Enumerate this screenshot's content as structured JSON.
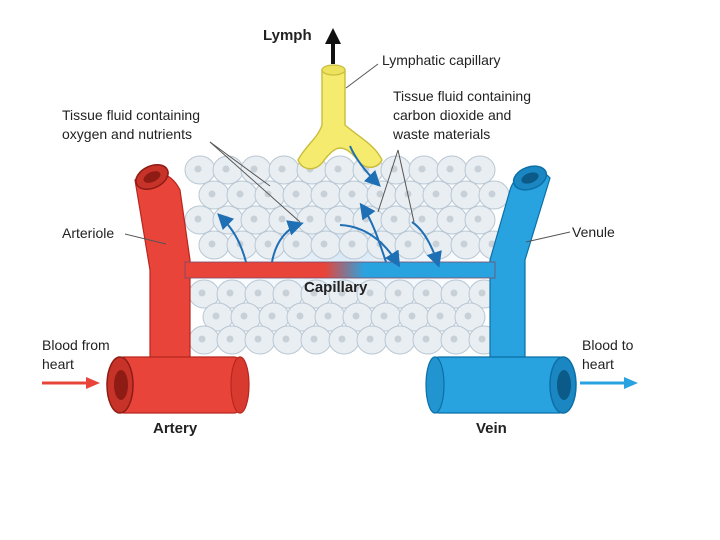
{
  "labels": {
    "lymph": "Lymph",
    "lymphatic_capillary": "Lymphatic capillary",
    "tissue_fluid_left": [
      "Tissue fluid containing",
      "oxygen and nutrients"
    ],
    "tissue_fluid_right": [
      "Tissue fluid containing",
      "carbon dioxide and",
      "waste materials"
    ],
    "arteriole": "Arteriole",
    "venule": "Venule",
    "capillary": "Capillary",
    "blood_from_heart": [
      "Blood from",
      "heart"
    ],
    "blood_to_heart": [
      "Blood to",
      "heart"
    ],
    "artery": "Artery",
    "vein": "Vein"
  },
  "colors": {
    "artery": "#e8443a",
    "artery_dark": "#b8261e",
    "vein": "#29a3e0",
    "vein_dark": "#0c6fa6",
    "lymph": "#f5eb6e",
    "lymph_dark": "#c9bd3a",
    "cell_fill": "#e9eef3",
    "cell_outline": "#b9c7d3",
    "nucleus": "#c9d1d8",
    "fluid_arrow": "#1f6fb5",
    "lymph_arrow": "#111111"
  }
}
